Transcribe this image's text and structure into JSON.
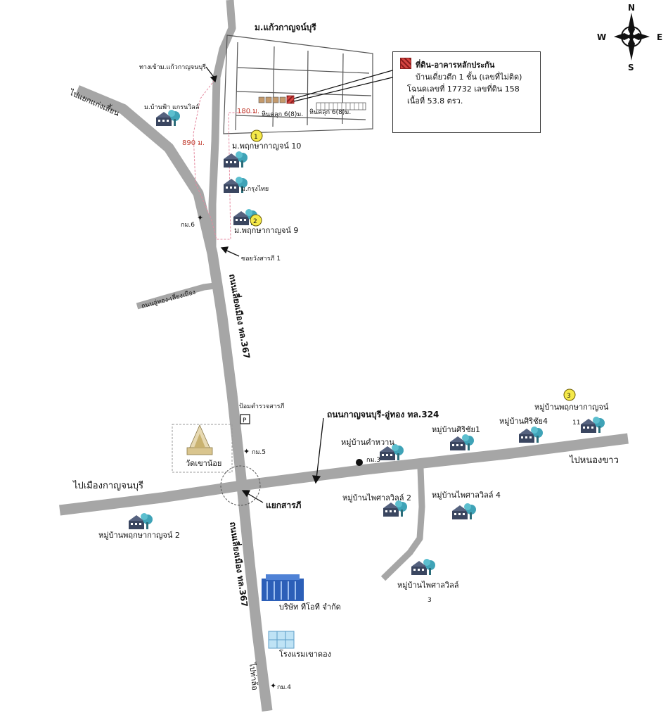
{
  "compass": {
    "n": "N",
    "s": "S",
    "e": "E",
    "w": "W"
  },
  "info_box": {
    "line1": "ที่ดิน-อาคารหลักประกัน",
    "line2": "บ้านเดี่ยวตึก 1 ชั้น (เลขที่ไม่ติด)",
    "line3": "โฉนดเลขที่ 17732 เลขที่ดิน 158",
    "line4": "เนื้อที่ 53.8 ตรว.",
    "swatch_color": "#d64541"
  },
  "labels": {
    "village_top": "ม.แก้วกาญจน์บุรี",
    "entrance": "ทางเข้าม.แก้วกาญจนบุรี",
    "to_kaeng_sian": "ไปแยกแก่งเสี้ยน",
    "ban_fa": "ม.บ้านฟ้า แกรนวิลล์",
    "dist_180": "180 ม.",
    "dist_890": "890 ม.",
    "hin_1": "หินคลุก 6(8)ม.",
    "hin_2": "หินคลุก 6(8)ม.",
    "pruksa_10": "ม.พฤกษากาญจน์ 10",
    "krungthai": "ม.กรุงไทย",
    "km6": "กม.6",
    "pruksa_9": "ม.พฤกษากาญจน์ 9",
    "soi_wang": "ซอยวังสารภี  1",
    "road_uthong": "ถนนอู่ทอง-เลี่ยงเมือง",
    "road_bypass_1": "ถนนเลี่ยงเมือง ทล.367",
    "police": "ป้อมตำรวจสารภี",
    "road_324": "ถนนกาญจนบุรี-อู่ทอง ทล.324",
    "vil_pruksa_kan": "หมู่บ้านพฤกษากาญจน์",
    "vil_pruksa_kan_num": "11",
    "siri_4": "หมู่บ้านศิริชัย4",
    "siri_1": "หมู่บ้านศิริชัย1",
    "kamwan": "หมู่บ้านคำหวาน",
    "km3": "กม.3",
    "km5": "กม.5",
    "wat": "วัดเขาน้อย",
    "to_nong_khao": "ไปหนองขาว",
    "to_kanchanaburi": "ไปเมืองกาญจนบุรี",
    "intersection": "แยกสารภี",
    "paisarn_2": "หมู่บ้านไพศาลวิลล์ 2",
    "paisarn_4": "หมู่บ้านไพศาลวิลล์ 4",
    "paisarn_3": "หมู่บ้านไพศาลวิลล์",
    "paisarn_3_num": "3",
    "pruksa_2": "หมู่บ้านพฤกษากาญจน์ 2",
    "road_bypass_2": "ถนนเลี่ยงเมือง ทล.367",
    "tiot": "บริษัท ทีโอที จำกัด",
    "hotel": "โรงแรมเขาดอง",
    "to_thalo": "ไปท่าล้อ",
    "km4": "กม.4",
    "marker_1": "1",
    "marker_2": "2",
    "marker_3": "3"
  }
}
